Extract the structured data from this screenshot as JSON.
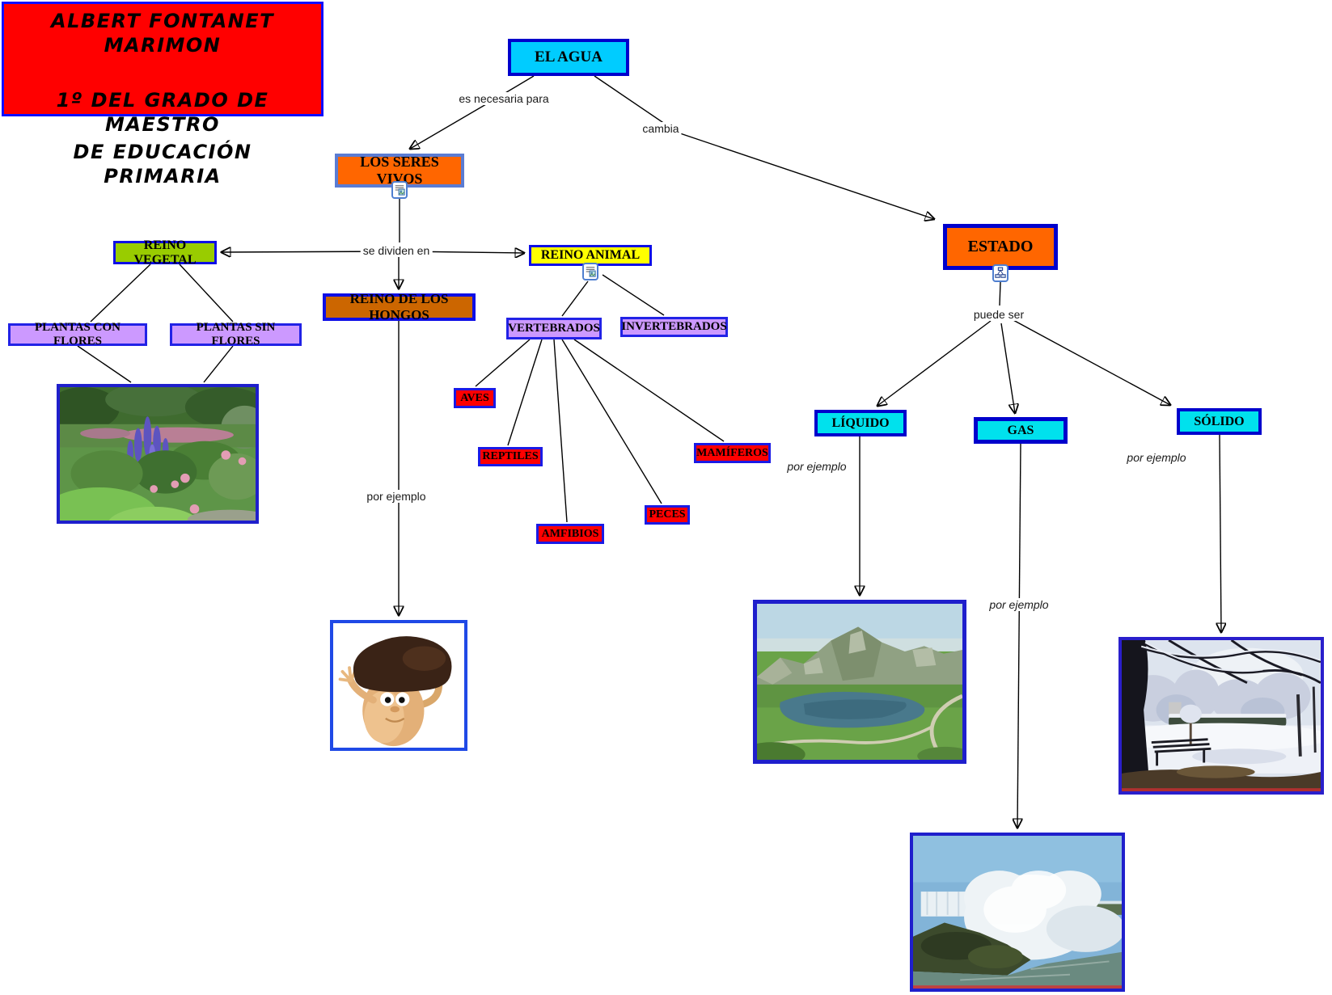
{
  "author_box": {
    "line1": "ALBERT FONTANET MARIMON",
    "line2": "1º DEL GRADO DE MAESTRO",
    "line3": "DE EDUCACIÓN PRIMARIA",
    "bg": "#FF0000",
    "border": "#0D0DFF",
    "text_color": "#000000"
  },
  "nodes": {
    "el_agua": {
      "label": "EL AGUA",
      "bg": "#00CCFF",
      "border": "#0000CC"
    },
    "seres_vivos": {
      "label": "LOS SERES VIVOS",
      "bg": "#FF6600",
      "border": "#5B7CD3"
    },
    "reino_vegetal": {
      "label": "REINO VEGETAL",
      "bg": "#99CC00",
      "border": "#0E0EE6"
    },
    "reino_animal": {
      "label": "REINO ANIMAL",
      "bg": "#FFFF00",
      "border": "#0E0EE6"
    },
    "reino_hongos": {
      "label": "REINO DE LOS HONGOS",
      "bg": "#CC6600",
      "border": "#0E0EE6"
    },
    "plantas_con_flores": {
      "label": "PLANTAS CON FLORES",
      "bg": "#CC99FF",
      "border": "#2222E6"
    },
    "plantas_sin_flores": {
      "label": "PLANTAS SIN FLORES",
      "bg": "#CC99FF",
      "border": "#2222E6"
    },
    "vertebrados": {
      "label": "VERTEBRADOS",
      "bg": "#CC99FF",
      "border": "#2222E6"
    },
    "invertebrados": {
      "label": "INVERTEBRADOS",
      "bg": "#CC99FF",
      "border": "#2222E6"
    },
    "aves": {
      "label": "AVES",
      "bg": "#FF0000",
      "border": "#1A1AE6"
    },
    "reptiles": {
      "label": "REPTILES",
      "bg": "#FF0000",
      "border": "#1A1AE6"
    },
    "amfibios": {
      "label": "AMFIBIOS",
      "bg": "#FF0000",
      "border": "#1A1AE6"
    },
    "peces": {
      "label": "PECES",
      "bg": "#FF0000",
      "border": "#1A1AE6"
    },
    "mamiferos": {
      "label": "MAMÍFEROS",
      "bg": "#FF0000",
      "border": "#1A1AE6"
    },
    "estado": {
      "label": "ESTADO",
      "bg": "#FF6600",
      "border": "#0000CC"
    },
    "liquido": {
      "label": "LÍQUIDO",
      "bg": "#00E1ED",
      "border": "#0000CC"
    },
    "gas": {
      "label": "GAS",
      "bg": "#00E1ED",
      "border": "#0000CC"
    },
    "solido": {
      "label": "SÓLIDO",
      "bg": "#00E1ED",
      "border": "#0000CC"
    }
  },
  "linking_phrases": {
    "es_necesaria_para": "es necesaria para",
    "cambia": "cambia",
    "se_dividen_en": "se dividen en",
    "puede_ser": "puede ser",
    "por_ejemplo_hongos": "por ejemplo",
    "por_ejemplo_liquido": "por ejemplo",
    "por_ejemplo_gas": "por ejemplo",
    "por_ejemplo_solido": "por ejemplo"
  },
  "icons": {
    "seres_vivos_icon": "document-image-resource-icon",
    "reino_animal_icon": "document-image-resource-icon",
    "estado_icon": "concept-map-resource-icon"
  },
  "images": {
    "garden": "flower-garden-photo",
    "mushroom": "cartoon-mushroom-image",
    "lake": "mountain-lake-photo",
    "waterfall": "waterfall-mist-photo",
    "snow": "snowy-park-photo"
  }
}
